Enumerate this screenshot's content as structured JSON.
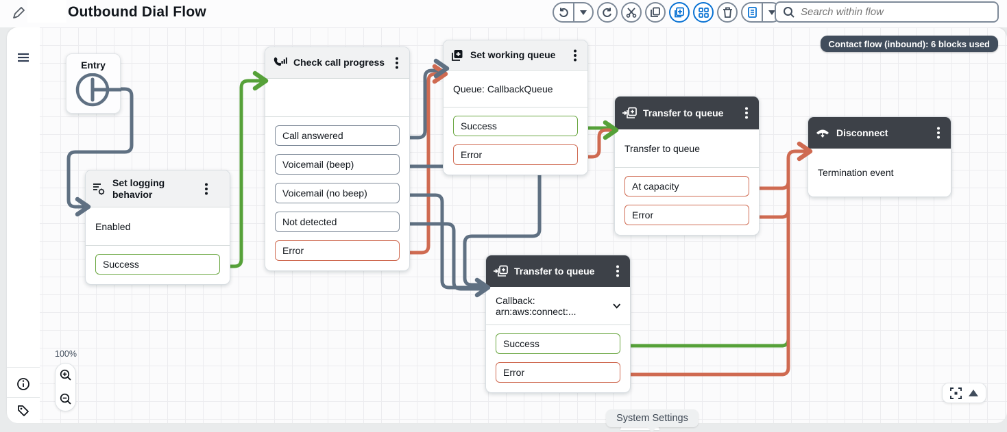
{
  "header": {
    "title": "Outbound Dial Flow",
    "search_placeholder": "Search within flow",
    "toolbar_icons": [
      "undo-icon",
      "undo-dropdown-icon",
      "redo-icon",
      "cut-icon",
      "copy-icon",
      "paste-new-icon",
      "snap-grid-icon",
      "delete-icon",
      "notes-icon",
      "notes-dropdown-icon",
      "search-icon",
      "edit-pencil-icon"
    ]
  },
  "badge": {
    "text": "Contact flow (inbound): 6 blocks used"
  },
  "canvas": {
    "zoom_level": "100%"
  },
  "footer": {
    "system_settings": "System Settings"
  },
  "blocks": {
    "entry": {
      "title": "Entry"
    },
    "set_logging": {
      "title": "Set logging behavior",
      "icon": "logging-gear-icon",
      "body": "Enabled",
      "outputs": [
        {
          "label": "Success",
          "type": "success"
        }
      ]
    },
    "check_call_progress": {
      "title": "Check call progress",
      "icon": "phone-progress-icon",
      "outputs": [
        {
          "label": "Call answered",
          "type": "default"
        },
        {
          "label": "Voicemail (beep)",
          "type": "default"
        },
        {
          "label": "Voicemail (no beep)",
          "type": "default"
        },
        {
          "label": "Not detected",
          "type": "default"
        },
        {
          "label": "Error",
          "type": "error"
        }
      ]
    },
    "set_working_queue": {
      "title": "Set working queue",
      "icon": "queue-plus-icon",
      "body": "Queue: CallbackQueue",
      "outputs": [
        {
          "label": "Success",
          "type": "success"
        },
        {
          "label": "Error",
          "type": "error"
        }
      ]
    },
    "transfer_to_queue_1": {
      "title": "Transfer to queue",
      "icon": "transfer-queue-icon",
      "body": "Transfer to queue",
      "outputs": [
        {
          "label": "At capacity",
          "type": "error"
        },
        {
          "label": "Error",
          "type": "error"
        }
      ]
    },
    "disconnect": {
      "title": "Disconnect",
      "icon": "hang-up-icon",
      "body": "Termination event"
    },
    "transfer_to_queue_2": {
      "title": "Transfer to queue",
      "icon": "transfer-queue-icon",
      "body": "Callback: arn:aws:connect:...",
      "outputs": [
        {
          "label": "Success",
          "type": "success"
        },
        {
          "label": "Error",
          "type": "error"
        }
      ]
    }
  },
  "colors": {
    "connector_default": "#5f7082",
    "connector_success": "#56a139",
    "connector_error": "#cf6a51",
    "block_header_dark": "#3d4148",
    "badge_bg": "#414d5c",
    "toolbar_active_blue": "#0972d3"
  }
}
